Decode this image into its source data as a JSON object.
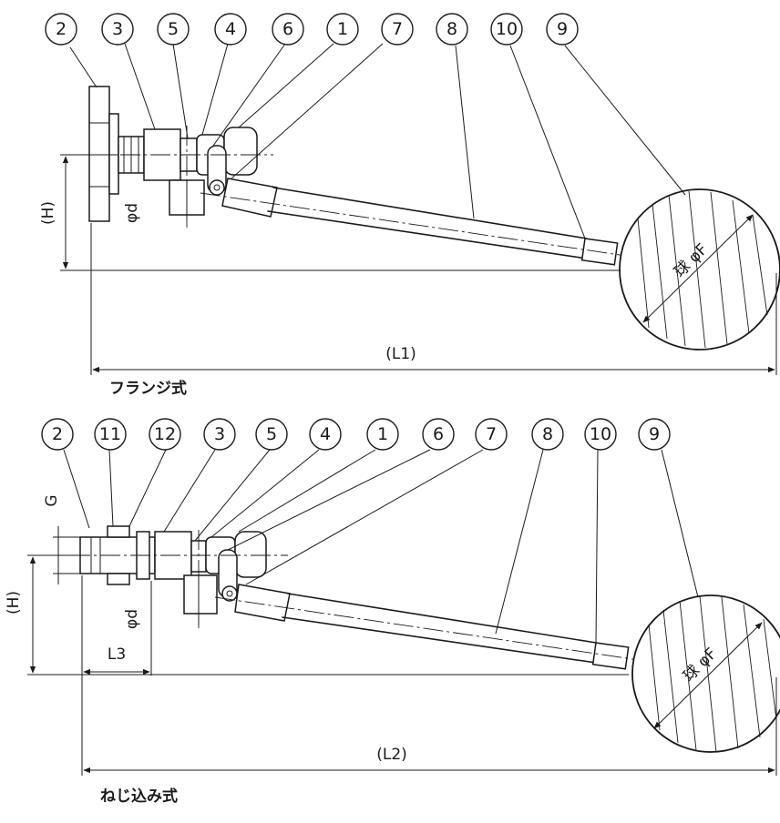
{
  "flange_type": {
    "caption": "フランジ式",
    "callouts": [
      "2",
      "3",
      "5",
      "4",
      "6",
      "1",
      "7",
      "8",
      "10",
      "9"
    ],
    "dims": {
      "height": "(H)",
      "pipe": "φd",
      "length": "(L1)",
      "ball": "球 φF"
    }
  },
  "screw_type": {
    "caption": "ねじ込み式",
    "callouts": [
      "2",
      "11",
      "12",
      "3",
      "5",
      "4",
      "1",
      "6",
      "7",
      "8",
      "10",
      "9"
    ],
    "dims": {
      "thread": "G",
      "height": "(H)",
      "pipe": "φd",
      "l3": "L3",
      "length": "(L2)",
      "ball": "球 φF"
    }
  }
}
